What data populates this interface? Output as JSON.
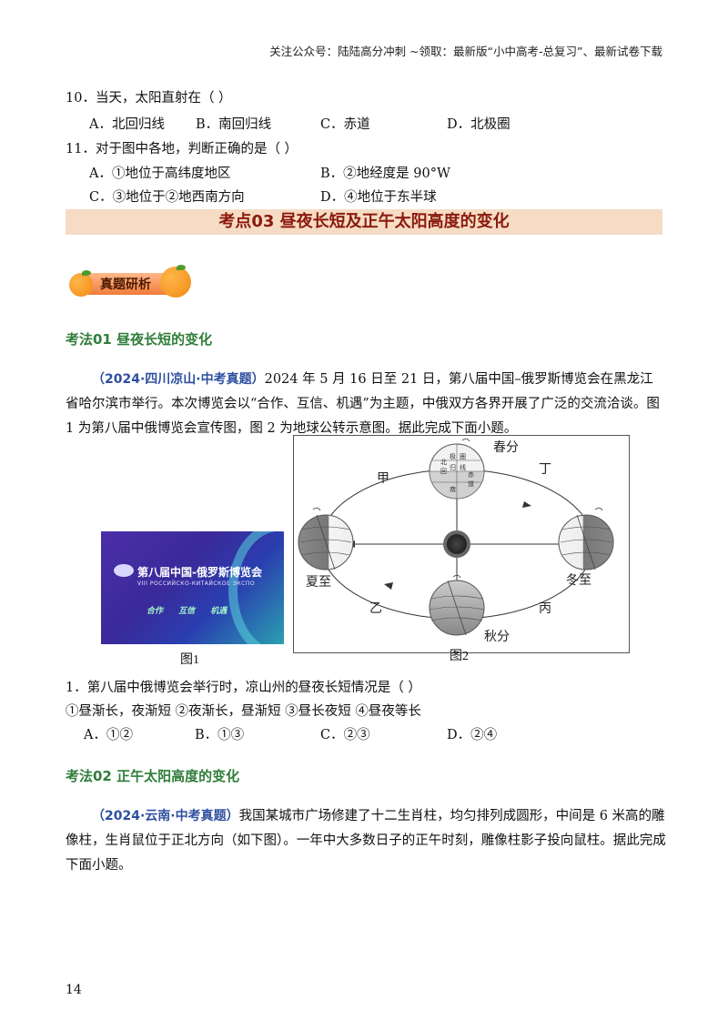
{
  "header": {
    "text": "关注公众号：陆陆高分冲刺 ~领取：最新版“小中高考-总复习”、最新试卷下载"
  },
  "q10": {
    "stem": "10．当天，太阳直射在（    ）",
    "options": [
      "A．北回归线",
      "B．南回归线",
      "C．赤道",
      "D．北极圈"
    ]
  },
  "q11": {
    "stem": "11．对于图中各地，判断正确的是（    ）",
    "options": [
      "A．①地位于高纬度地区",
      "B．②地经度是 90°W",
      "C．③地位于②地西南方向",
      "D．④地位于东半球"
    ]
  },
  "banner": {
    "title": "考点03    昼夜长短及正午太阳高度的变化"
  },
  "badge": {
    "label": "真题研析"
  },
  "section1": {
    "title": "考法01    昼夜长短的变化",
    "source": "（2024·四川凉山·中考真题）",
    "body": "2024 年 5 月 16 日至 21 日，第八届中国–俄罗斯博览会在黑龙江省哈尔滨市举行。本次博览会以“合作、互信、机遇”为主题，中俄双方各界开展了广泛的交流洽谈。图 1 为第八届中俄博览会宣传图，图 2 为地球公转示意图。据此完成下面小题。"
  },
  "figure1": {
    "caption": "图1",
    "title_cn": "第八届中国-俄罗斯博览会",
    "title_ru": "VIII РОССИЙСКО-КИТАЙСКОЕ ЭКСПО",
    "slogan": "合作  互信  机遇"
  },
  "figure2": {
    "caption": "图2",
    "labels": {
      "jia": "甲",
      "yi": "乙",
      "bing": "丙",
      "ding": "丁",
      "spring": "春分",
      "summer": "夏至",
      "autumn": "秋分",
      "winter": "冬至"
    },
    "globe_text": [
      "北",
      "回",
      "极",
      "圈",
      "归",
      "线",
      "赤",
      "道",
      "南"
    ]
  },
  "q1": {
    "stem": "1．第八届中俄博览会举行时，凉山州的昼夜长短情况是（    ）",
    "choices": "①昼渐长，夜渐短  ②夜渐长，昼渐短  ③昼长夜短  ④昼夜等长",
    "options": [
      "A．①②",
      "B．①③",
      "C．②③",
      "D．②④"
    ]
  },
  "section2": {
    "title": "考法02    正午太阳高度的变化",
    "source": "（2024·云南·中考真题）",
    "body": "我国某城市广场修建了十二生肖柱，均匀排列成圆形，中间是 6 米高的雕像柱，生肖鼠位于正北方向（如下图）。一年中大多数日子的正午时刻，雕像柱影子投向鼠柱。据此完成下面小题。"
  },
  "page": {
    "number": "14"
  },
  "colors": {
    "banner_bg": "#f6dcc4",
    "banner_text": "#8b1a0e",
    "section_green": "#2f7d3a",
    "source_blue": "#2e4fa0"
  }
}
